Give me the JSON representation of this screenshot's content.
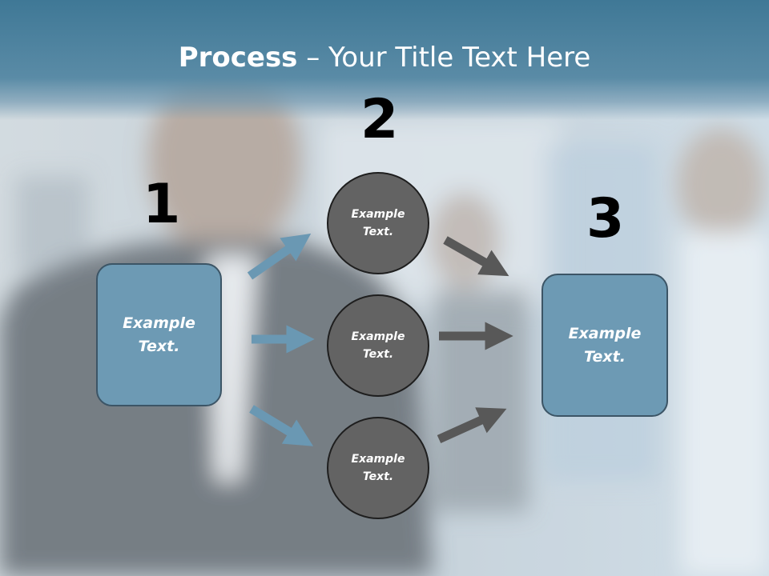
{
  "title": {
    "bold": "Process",
    "rest": " – Your Title Text Here"
  },
  "steps": [
    {
      "number": "1",
      "label": "Example\nText."
    },
    {
      "number": "2"
    },
    {
      "number": "3",
      "label": "Example\nText."
    }
  ],
  "circles": [
    {
      "label": "Example\nText."
    },
    {
      "label": "Example\nText."
    },
    {
      "label": "Example\nText."
    }
  ],
  "colors": {
    "header": "#4a7f9c",
    "box_fill": "#6d9ab4",
    "circle_fill": "#636363",
    "blue_arrow": "#6a98b3",
    "gray_arrow": "#585858"
  }
}
